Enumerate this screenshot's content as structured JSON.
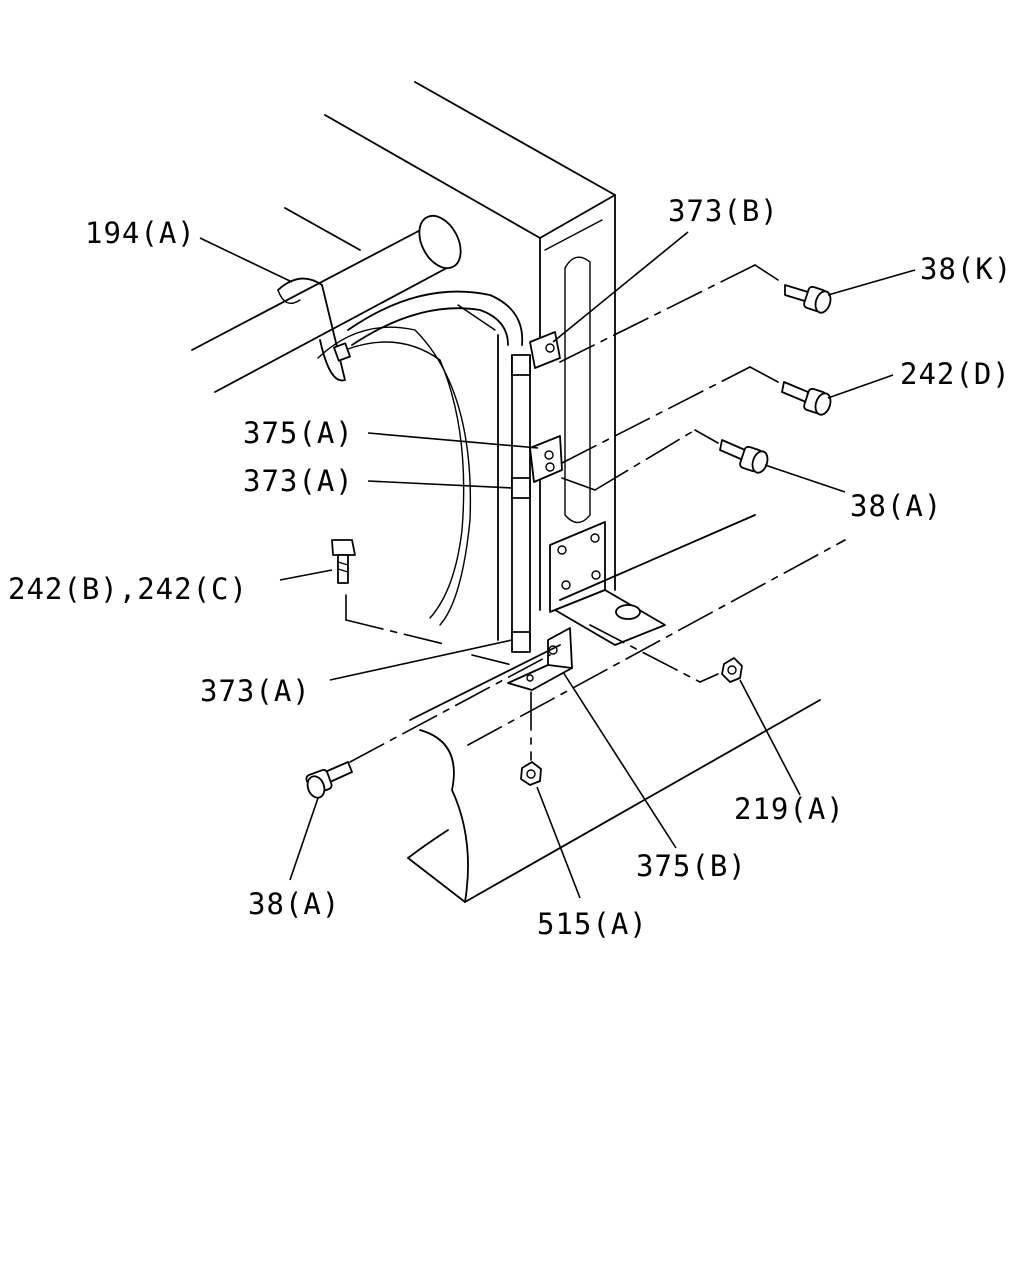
{
  "labels": {
    "l194a": "194(A)",
    "l373b": "373(B)",
    "l38k": "38(K)",
    "l242d": "242(D)",
    "l375a": "375(A)",
    "l373a_top": "373(A)",
    "l38a_right": "38(A)",
    "l242bc": "242(B),242(C)",
    "l373a_bottom": "373(A)",
    "l219a": "219(A)",
    "l38a_left": "38(A)",
    "l375b": "375(B)",
    "l515a": "515(A)"
  }
}
